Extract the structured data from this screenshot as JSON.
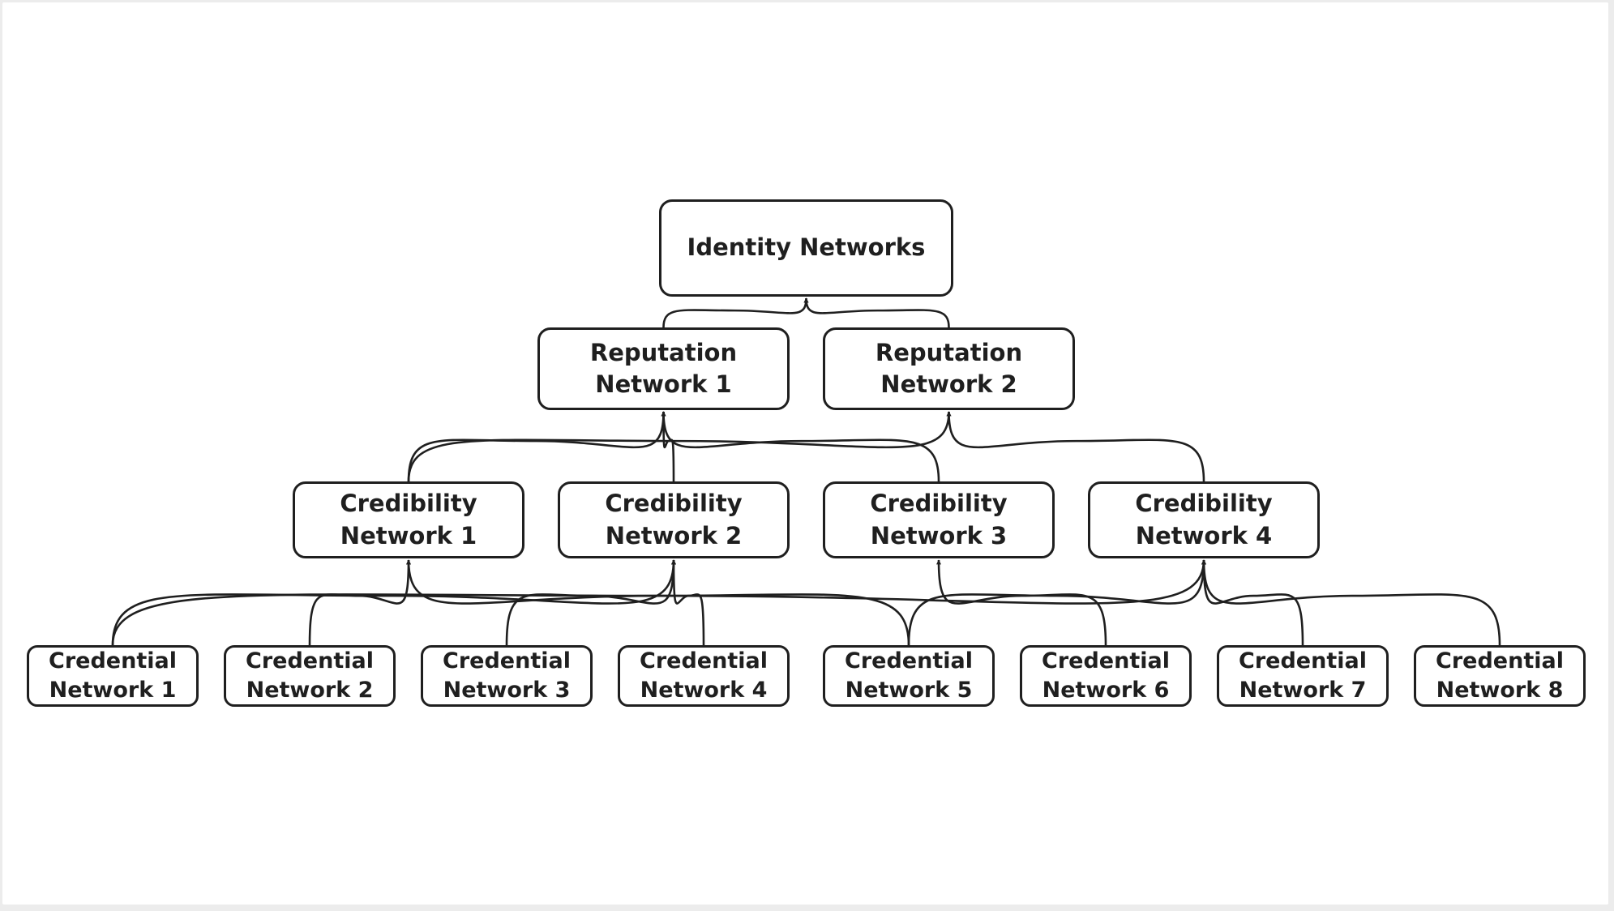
{
  "diagram": {
    "nodes": [
      {
        "id": "identity",
        "lines": [
          "Identity Networks"
        ]
      },
      {
        "id": "rep1",
        "lines": [
          "Reputation",
          "Network 1"
        ]
      },
      {
        "id": "rep2",
        "lines": [
          "Reputation",
          "Network 2"
        ]
      },
      {
        "id": "cred1",
        "lines": [
          "Credibility",
          "Network 1"
        ]
      },
      {
        "id": "cred2",
        "lines": [
          "Credibility",
          "Network 2"
        ]
      },
      {
        "id": "cred3",
        "lines": [
          "Credibility",
          "Network 3"
        ]
      },
      {
        "id": "cred4",
        "lines": [
          "Credibility",
          "Network 4"
        ]
      },
      {
        "id": "credl1",
        "lines": [
          "Credential",
          "Network 1"
        ]
      },
      {
        "id": "credl2",
        "lines": [
          "Credential",
          "Network 2"
        ]
      },
      {
        "id": "credl3",
        "lines": [
          "Credential",
          "Network 3"
        ]
      },
      {
        "id": "credl4",
        "lines": [
          "Credential",
          "Network 4"
        ]
      },
      {
        "id": "credl5",
        "lines": [
          "Credential",
          "Network 5"
        ]
      },
      {
        "id": "credl6",
        "lines": [
          "Credential",
          "Network 6"
        ]
      },
      {
        "id": "credl7",
        "lines": [
          "Credential",
          "Network 7"
        ]
      },
      {
        "id": "credl8",
        "lines": [
          "Credential",
          "Network 8"
        ]
      }
    ],
    "edges": [
      {
        "from": "rep1",
        "to": "identity"
      },
      {
        "from": "rep2",
        "to": "identity"
      },
      {
        "from": "cred1",
        "to": "rep1"
      },
      {
        "from": "cred2",
        "to": "rep1"
      },
      {
        "from": "cred3",
        "to": "rep1"
      },
      {
        "from": "cred1",
        "to": "rep2"
      },
      {
        "from": "cred4",
        "to": "rep2"
      },
      {
        "from": "credl2",
        "to": "cred1"
      },
      {
        "from": "credl5",
        "to": "cred1"
      },
      {
        "from": "credl1",
        "to": "cred2"
      },
      {
        "from": "credl3",
        "to": "cred2"
      },
      {
        "from": "credl4",
        "to": "cred2"
      },
      {
        "from": "credl6",
        "to": "cred3"
      },
      {
        "from": "credl1",
        "to": "cred4"
      },
      {
        "from": "credl5",
        "to": "cred4"
      },
      {
        "from": "credl7",
        "to": "cred4"
      },
      {
        "from": "credl8",
        "to": "cred4"
      }
    ]
  }
}
